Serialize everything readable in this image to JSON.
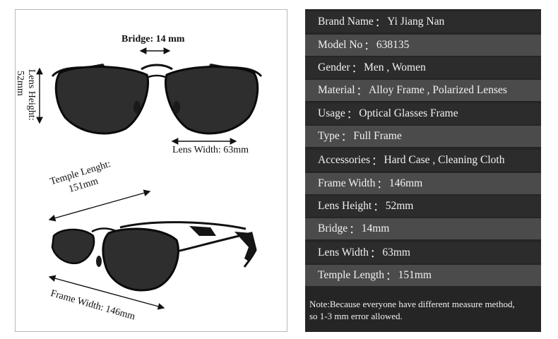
{
  "left": {
    "bridge_label": "Bridge: 14 mm",
    "lens_height_label": "Lens Height:",
    "lens_height_value": "52mm",
    "lens_width_label": "Lens Width: 63mm",
    "temple_label_line1": "Temple Lenght:",
    "temple_label_line2": "151mm",
    "frame_width_label": "Frame Width:  146mm"
  },
  "specs": [
    {
      "label": "Brand Name",
      "sep": "：",
      "value": "Yi Jiang Nan"
    },
    {
      "label": "Model No",
      "sep": "：",
      "value": "638135"
    },
    {
      "label": "Gender",
      "sep": "：",
      "value": "Men , Women"
    },
    {
      "label": "Material",
      "sep": "：",
      "value": "Alloy Frame , Polarized Lenses"
    },
    {
      "label": "Usage",
      "sep": "：",
      "value": "Optical Glasses Frame"
    },
    {
      "label": "Type",
      "sep": "：",
      "value": "Full Frame"
    },
    {
      "label": "Accessories",
      "sep": "：",
      "value": "Hard Case , Cleaning Cloth"
    },
    {
      "label": "Frame Width",
      "sep": "：",
      "value": "146mm"
    },
    {
      "label": "Lens Height",
      "sep": "：",
      "value": "52mm"
    },
    {
      "label": "Bridge",
      "sep": "：",
      "value": "14mm"
    },
    {
      "label": "Lens Width",
      "sep": "：",
      "value": "63mm"
    },
    {
      "label": "Temple Length",
      "sep": "：",
      "value": "151mm"
    }
  ],
  "note": {
    "line1": "Note:Because everyone have different measure method,",
    "line2": "so 1-3 mm error allowed."
  },
  "colors": {
    "panel_bg": "#252525",
    "row_dark": "#2c2c2c",
    "row_light": "#4b4b4b",
    "text_light": "#f2f2f2",
    "lens": "#2e2e2e",
    "frame": "#0a0a0a"
  }
}
